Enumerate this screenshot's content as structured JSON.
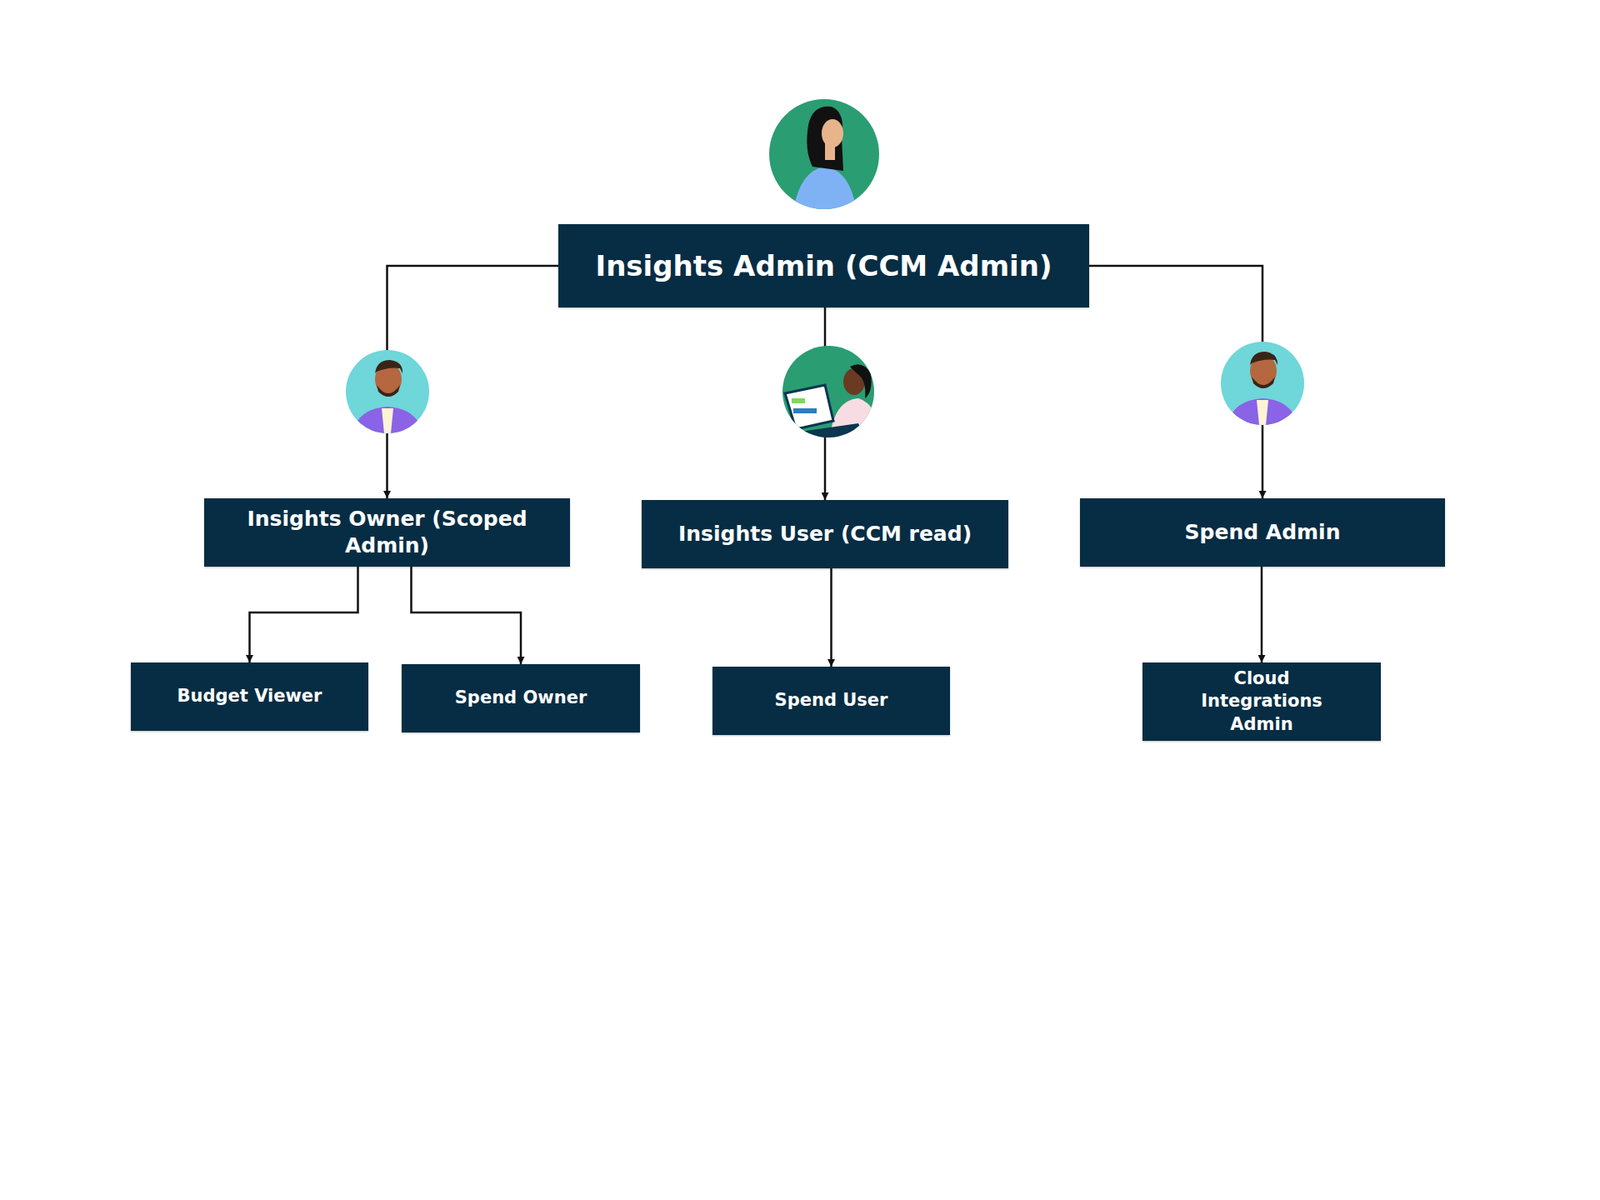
{
  "diagram": {
    "nodes": [
      {
        "text": [
          "Insights Admin (CCM Admin)"
        ]
      },
      {
        "text": [
          "Insights Owner (Scoped Admin)"
        ]
      },
      {
        "text": [
          "Insights User (CCM read)"
        ]
      },
      {
        "text": [
          "Spend Admin"
        ]
      },
      {
        "text": [
          "Budget Viewer"
        ]
      },
      {
        "text": [
          "Spend Owner"
        ]
      },
      {
        "text": [
          "Spend User"
        ]
      },
      {
        "text": [
          "Cloud Integrations Admin"
        ]
      }
    ],
    "edges": [
      {
        "from": 0,
        "to": 1,
        "arrow": "to"
      },
      {
        "from": 0,
        "to": 2,
        "arrow": "to"
      },
      {
        "from": 0,
        "to": 3,
        "arrow": "to"
      },
      {
        "from": 1,
        "to": 4,
        "arrow": "to"
      },
      {
        "from": 1,
        "to": 5,
        "arrow": "to"
      },
      {
        "from": 2,
        "to": 6,
        "arrow": "to"
      },
      {
        "from": 3,
        "to": 7,
        "arrow": "to"
      }
    ]
  }
}
